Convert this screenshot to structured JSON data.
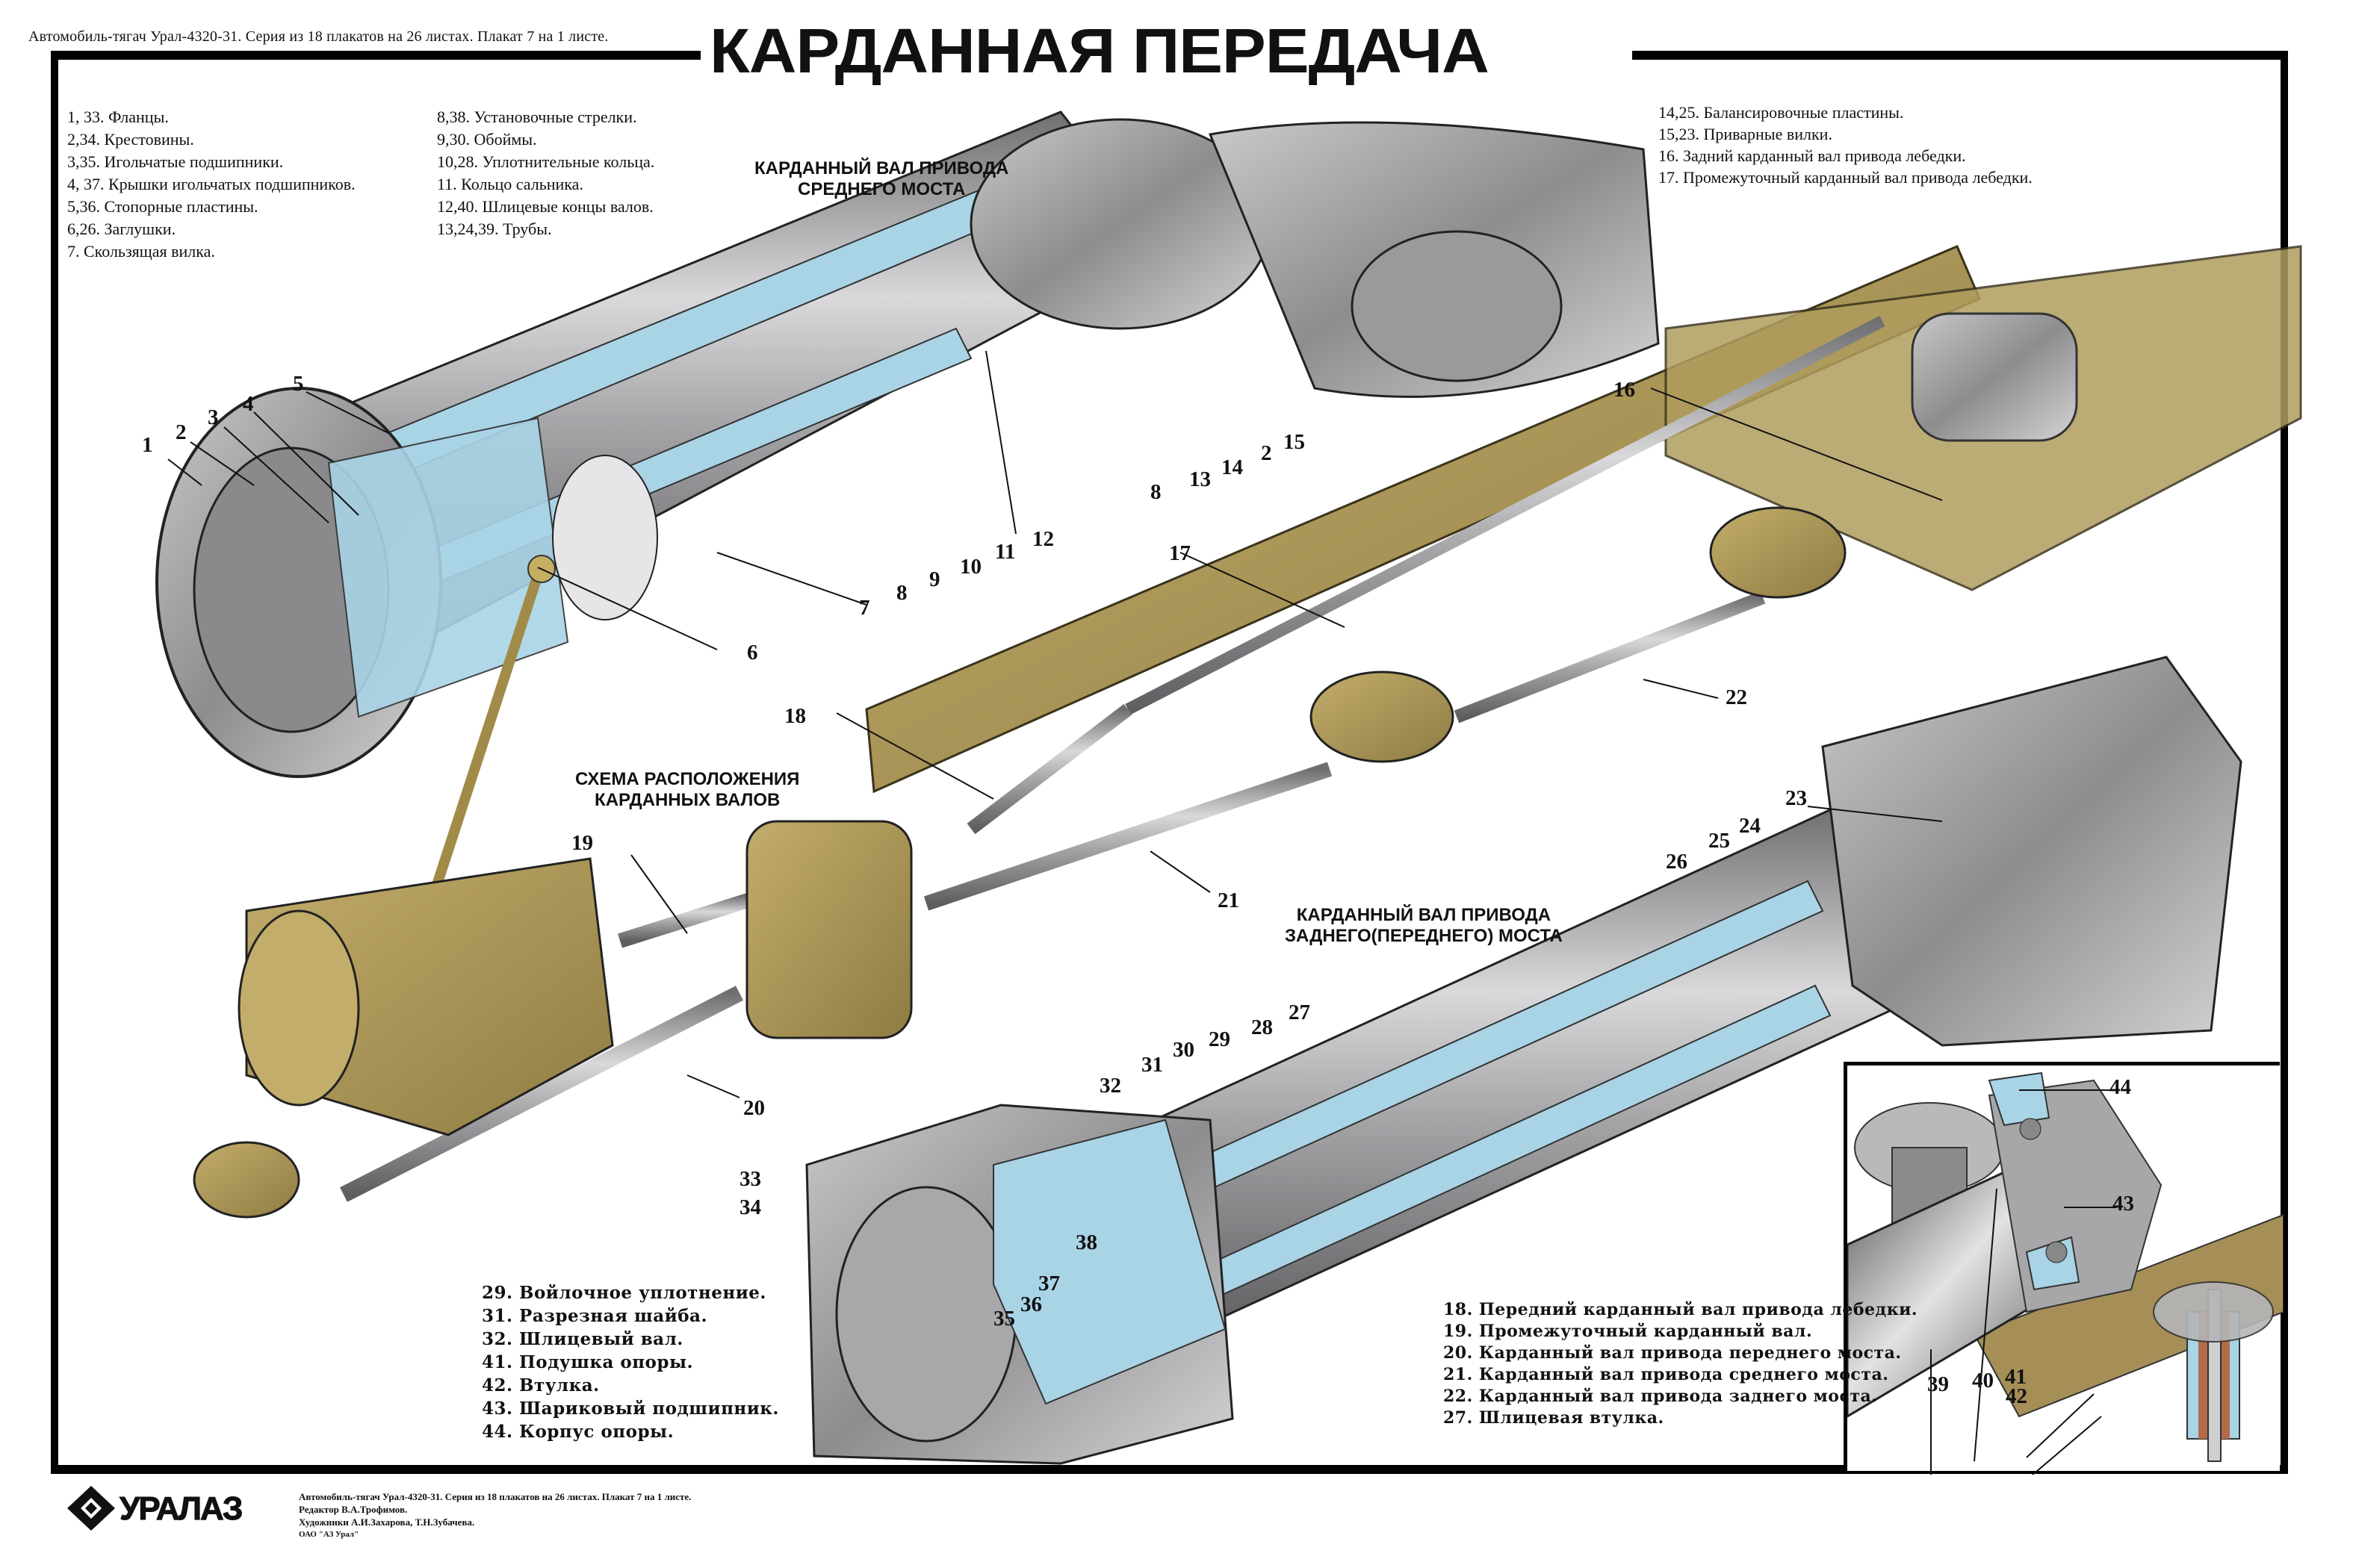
{
  "poster": {
    "series_header": "Автомобиль-тягач Урал-4320-31. Серия из 18 плакатов на 26 листах.   Плакат 7 на 1 листе.",
    "title": "КАРДАННАЯ ПЕРЕДАЧА",
    "colors": {
      "section_blue": "#a9d4e6",
      "metal_gray": "#9a9a9c",
      "olive_body": "#a89558",
      "frame_black": "#000000",
      "copper": "#b36b4a"
    }
  },
  "legend_top_left": [
    "1, 33. Фланцы.",
    "2,34. Крестовины.",
    "3,35. Игольчатые подшипники.",
    "4, 37. Крышки игольчатых подшипников.",
    "5,36. Стопорные пластины.",
    "6,26. Заглушки.",
    "7. Скользящая вилка."
  ],
  "legend_top_mid": [
    "8,38. Установочные стрелки.",
    "9,30. Обоймы.",
    "10,28. Уплотнительные кольца.",
    "11. Кольцо сальника.",
    "12,40. Шлицевые концы валов.",
    "13,24,39. Трубы."
  ],
  "legend_top_right": [
    "14,25. Балансировочные пластины.",
    "15,23. Приварные вилки.",
    "16. Задний карданный вал привода лебедки.",
    "17. Промежуточный карданный вал привода лебедки."
  ],
  "legend_bottom_left": [
    "29. Войлочное уплотнение.",
    "31. Разрезная шайба.",
    "32. Шлицевый вал.",
    "41. Подушка опоры.",
    "42. Втулка.",
    "43. Шариковый подшипник.",
    "44. Корпус опоры."
  ],
  "legend_bottom_right": [
    "18. Передний карданный вал привода лебедки.",
    "19. Промежуточный карданный вал.",
    "20. Карданный вал привода переднего моста.",
    "21. Карданный вал привода среднего моста.",
    "22. Карданный вал привода заднего моста.",
    "27. Шлицевая втулка."
  ],
  "captions": {
    "middle_axle": [
      "КАРДАННЫЙ ВАЛ ПРИВОДА",
      "СРЕДНЕГО МОСТА"
    ],
    "layout_scheme": [
      "СХЕМА РАСПОЛОЖЕНИЯ",
      "КАРДАННЫХ ВАЛОВ"
    ],
    "rear_axle": [
      "КАРДАННЫЙ ВАЛ ПРИВОДА",
      "ЗАДНЕГО(ПЕРЕДНЕГО) МОСТА"
    ]
  },
  "callouts": {
    "c1": "1",
    "c2a": "2",
    "c3": "3",
    "c4": "4",
    "c5": "5",
    "c6": "6",
    "c7": "7",
    "c8a": "8",
    "c9": "9",
    "c10": "10",
    "c11": "11",
    "c12": "12",
    "c8b": "8",
    "c13": "13",
    "c14": "14",
    "c2b": "2",
    "c15": "15",
    "c16": "16",
    "c17": "17",
    "c18": "18",
    "c19": "19",
    "c20": "20",
    "c21": "21",
    "c22": "22",
    "c23": "23",
    "c24": "24",
    "c25": "25",
    "c26": "26",
    "c27": "27",
    "c28": "28",
    "c29": "29",
    "c30": "30",
    "c31": "31",
    "c32": "32",
    "c33": "33",
    "c34": "34",
    "c35": "35",
    "c36": "36",
    "c37": "37",
    "c38": "38",
    "c39": "39",
    "c40": "40",
    "c41": "41",
    "c42": "42",
    "c43": "43",
    "c44": "44"
  },
  "footer": {
    "logo_text": "УРАЛАЗ",
    "line1": "Автомобиль-тягач Урал-4320-31. Серия из 18 плакатов на 26 листах.   Плакат 7  на 1 листе.",
    "line2": "Редактор В.А.Трофимов.",
    "line3": "Художники А.И.Захарова, Т.Н.Зубачева.",
    "line4": "ОАО \"АЗ Урал\""
  }
}
